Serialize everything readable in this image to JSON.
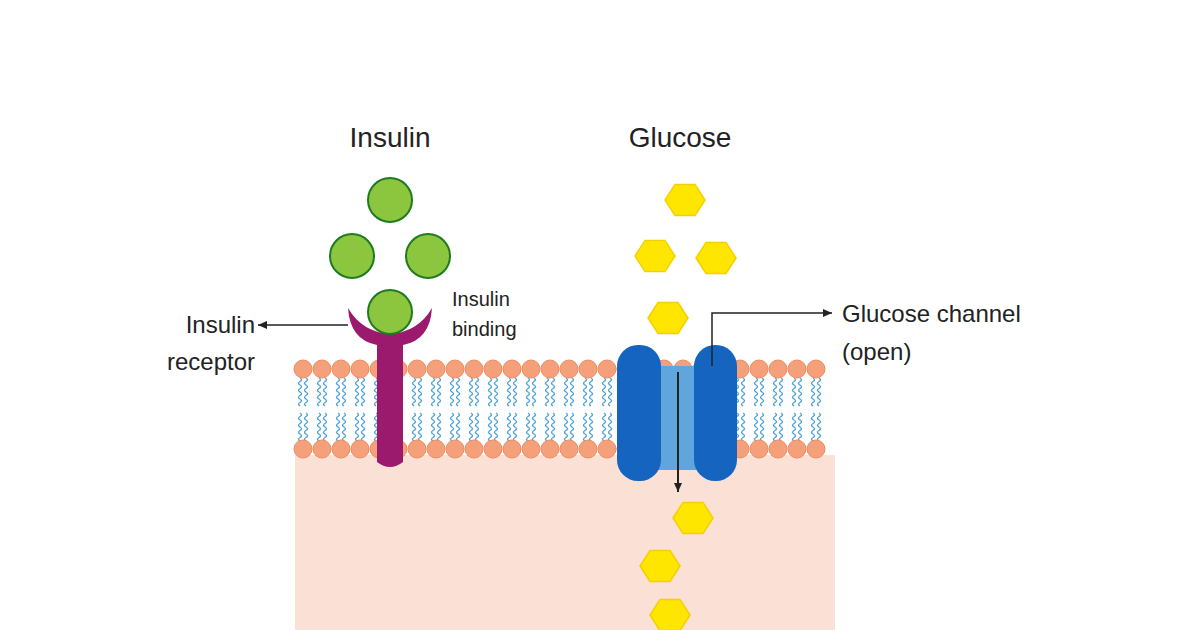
{
  "diagram": {
    "labels": [
      "Insulin",
      "Glucose",
      "Insulin receptor",
      "Insulin binding",
      "Glucose channel (open)"
    ]
  }
}
